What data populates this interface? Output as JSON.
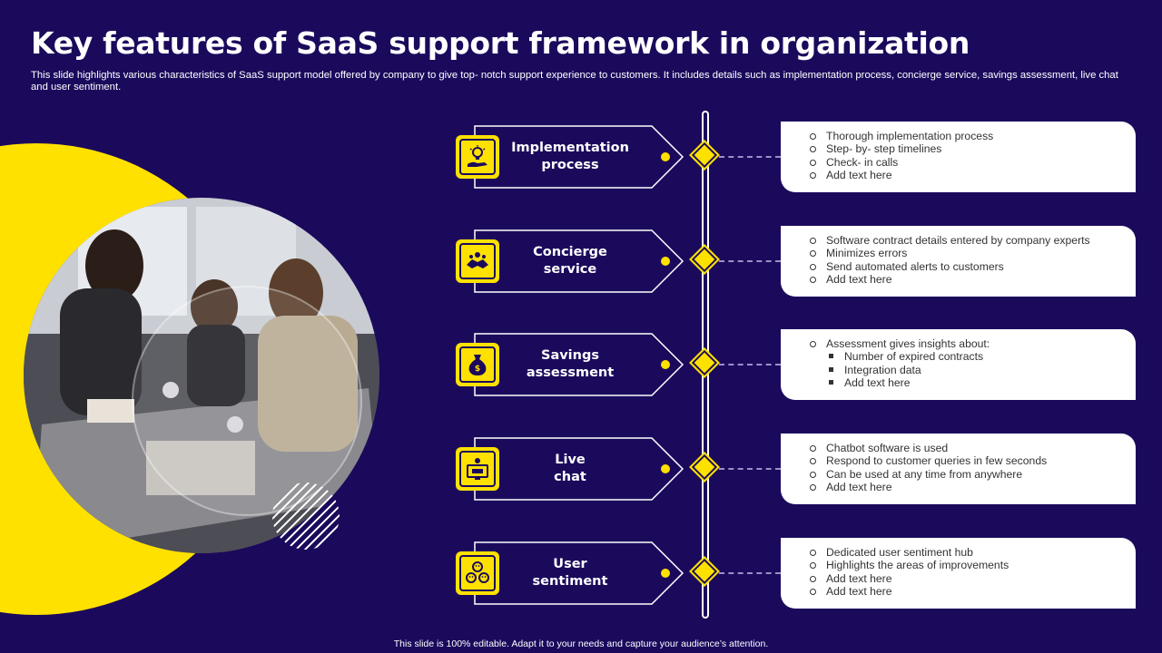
{
  "slide": {
    "title": "Key features of SaaS support framework in organization",
    "subtitle": "This slide highlights various characteristics of SaaS support model offered by company to give top- notch support experience to customers. It includes details such as implementation process, concierge service, savings assessment, live chat and user sentiment.",
    "footer": "This slide is 100% editable.  Adapt it to your needs and capture your audience’s attention."
  },
  "colors": {
    "background": "#1b0a5c",
    "accent": "#ffe100",
    "card": "#ffffff"
  },
  "features": [
    {
      "label_line1": "Implementation",
      "label_line2": "process",
      "icon": "lightbulb-hand-icon",
      "bullets": [
        "Thorough implementation process",
        "Step- by- step timelines",
        "Check- in calls",
        "Add text here"
      ],
      "sub_bullets": []
    },
    {
      "label_line1": "Concierge",
      "label_line2": "service",
      "icon": "concierge-handshake-icon",
      "bullets": [
        "Software contract details entered by company experts",
        "Minimizes errors",
        "Send automated alerts to customers",
        "Add text here"
      ],
      "sub_bullets": []
    },
    {
      "label_line1": "Savings",
      "label_line2": "assessment",
      "icon": "money-bag-icon",
      "bullets": [
        "Assessment gives insights about:"
      ],
      "sub_bullets": [
        "Number of expired contracts",
        "Integration data",
        "Add text here"
      ]
    },
    {
      "label_line1": "Live",
      "label_line2": "chat",
      "icon": "chat-monitor-icon",
      "bullets": [
        "Chatbot software is used",
        "Respond to customer queries in few seconds",
        "Can be used at any time from anywhere",
        "Add text here"
      ],
      "sub_bullets": []
    },
    {
      "label_line1": "User",
      "label_line2": "sentiment",
      "icon": "user-emoji-icon",
      "bullets": [
        "Dedicated user sentiment hub",
        "Highlights the areas of improvements",
        "Add text here",
        "Add text here"
      ],
      "sub_bullets": []
    }
  ]
}
